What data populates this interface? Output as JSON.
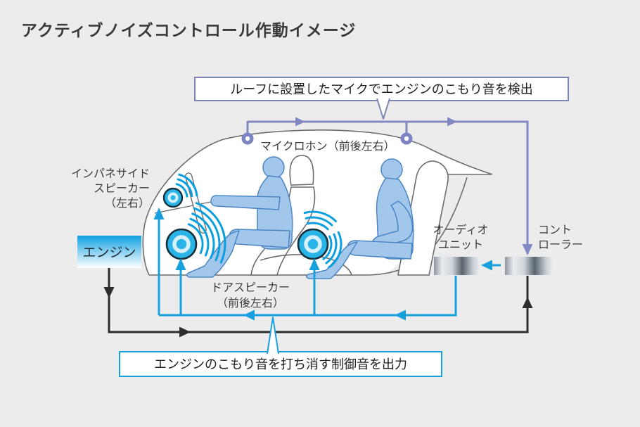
{
  "title": "アクティブノイズコントロール作動イメージ",
  "callouts": {
    "top": "ルーフに設置したマイクでエンジンのこもり音を検出",
    "bottom": "エンジンのこもり音を打ち消す制御音を出力"
  },
  "labels": {
    "microphone": "マイクロホン（前後左右）",
    "impane_1": "インパネサイド",
    "impane_2": "スピーカー",
    "impane_3": "（左右）",
    "door_1": "ドアスピーカー",
    "door_2": "（前後左右）",
    "audio_1": "オーディオ",
    "audio_2": "ユニット",
    "controller_1": "コント",
    "controller_2": "ローラー",
    "engine": "エンジン"
  },
  "colors": {
    "background": "#ececec",
    "accent_blue": "#18a0de",
    "speaker_cyan": "#29b4e8",
    "mic_purple": "#7d84c2",
    "circuit_purple": "#8288c2",
    "line_black": "#2d2d2f",
    "car_outline": "#6a6c6e",
    "silhouette_fill": "#a3c7ea",
    "silhouette_stroke": "#4a86c5",
    "engine_gradient_top": "#0f9fe0",
    "callout_top_border": "#7d85b5",
    "callout_bottom_border": "#18a0de"
  }
}
